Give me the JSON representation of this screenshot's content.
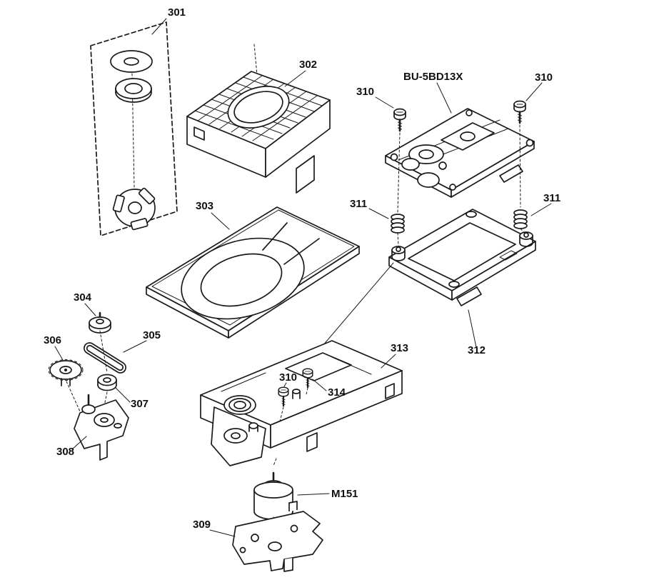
{
  "diagram": {
    "background_color": "#ffffff",
    "line_color": "#1a1a1a",
    "labels": {
      "p301": "301",
      "p302": "302",
      "p303": "303",
      "p304": "304",
      "p305": "305",
      "p306": "306",
      "p307": "307",
      "p308": "308",
      "p309": "309",
      "p310_top_left": "310",
      "p310_top_right": "310",
      "p310_mid": "310",
      "p311_left": "311",
      "p311_right": "311",
      "p312": "312",
      "p313": "313",
      "p314": "314",
      "model_pickup": "BU-5BD13X",
      "model_motor": "M151"
    }
  }
}
